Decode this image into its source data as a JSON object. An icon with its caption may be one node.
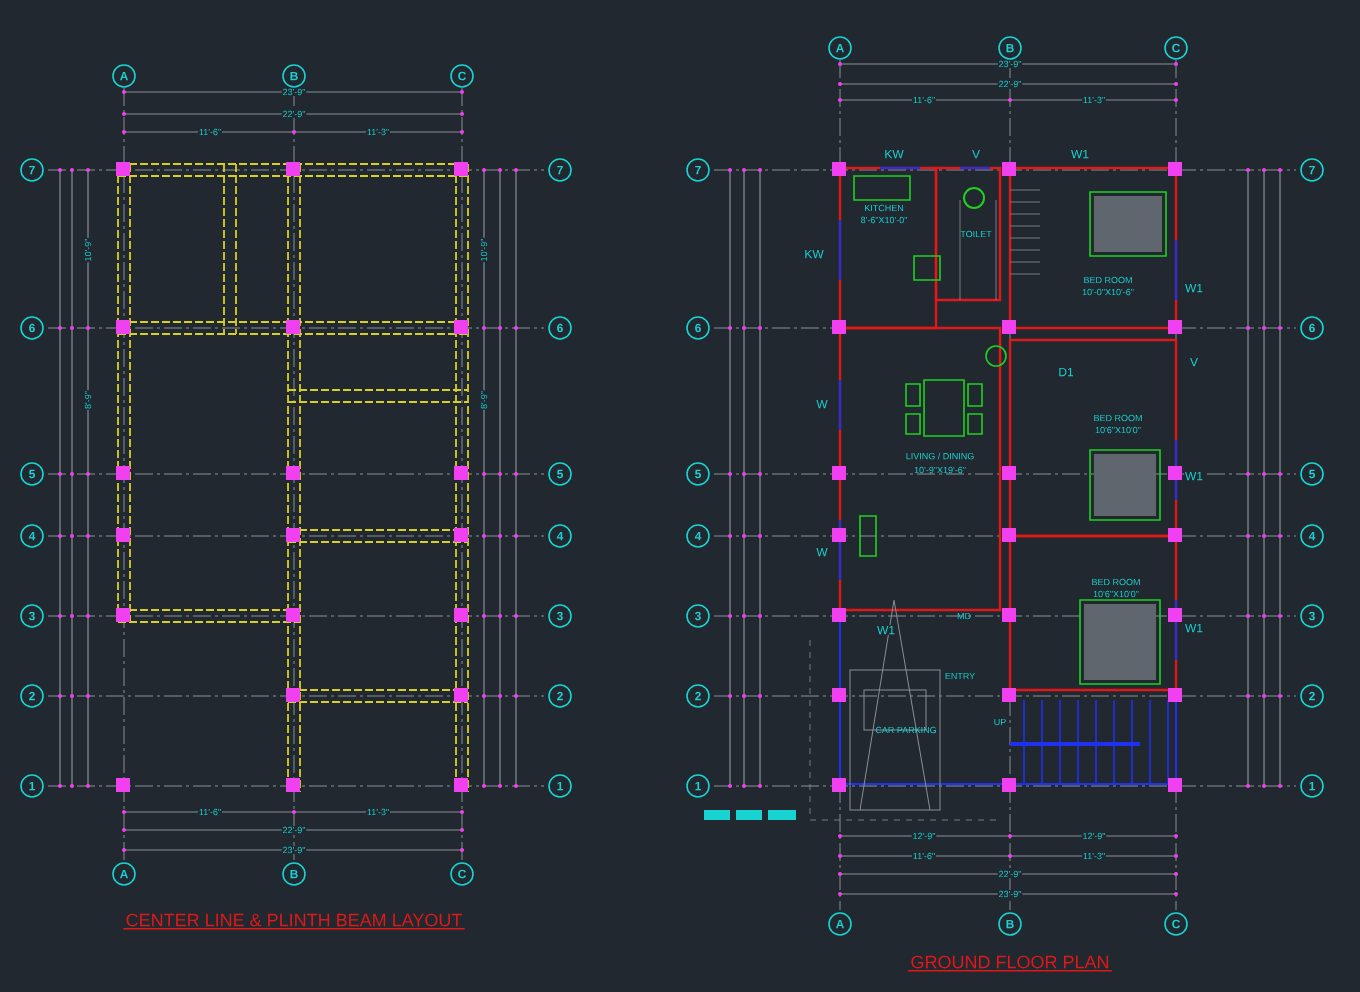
{
  "diagram": {
    "labels": [
      "A",
      "B",
      "C",
      "23'-9\"",
      "22'-9\"",
      "11'-6\"",
      "11'-3\"",
      "7",
      "7",
      "6",
      "6",
      "5",
      "5",
      "4",
      "4",
      "3",
      "3",
      "2",
      "2",
      "1",
      "1",
      "10'-9\"",
      "10'-9\"",
      "8'-9\"",
      "8'-9\"",
      "11'-6\"",
      "11'-3\"",
      "22'-9\"",
      "23'-9\"",
      "A",
      "B",
      "C",
      "CENTER LINE & PLINTH BEAM LAYOUT",
      "A",
      "B",
      "C",
      "23'-9\"",
      "22'-9\"",
      "11'-6\"",
      "11'-3\"",
      "7",
      "7",
      "6",
      "6",
      "5",
      "5",
      "4",
      "4",
      "3",
      "3",
      "2",
      "2",
      "1",
      "1",
      "KW",
      "V",
      "W1",
      "KITCHEN",
      "8'-6\"X10'-0\"",
      "TOILET",
      "KW",
      "BED ROOM",
      "10'-0\"X10'-6\"",
      "W1",
      "D1",
      "V",
      "W",
      "LIVING / DINING",
      "10'-9\"X19'-6\"",
      "BED ROOM",
      "10'6\"X10'0\"",
      "W1",
      "W",
      "BED ROOM",
      "10'6\"X10'0\"",
      "MD",
      "W1",
      "W1",
      "ENTRY",
      "CAR PARKING",
      "UP",
      "12'-9\"",
      "12'-9\"",
      "11'-6\"",
      "11'-3\"",
      "22'-9\"",
      "23'-9\"",
      "A",
      "B",
      "C",
      "GROUND FLOOR PLAN"
    ]
  }
}
